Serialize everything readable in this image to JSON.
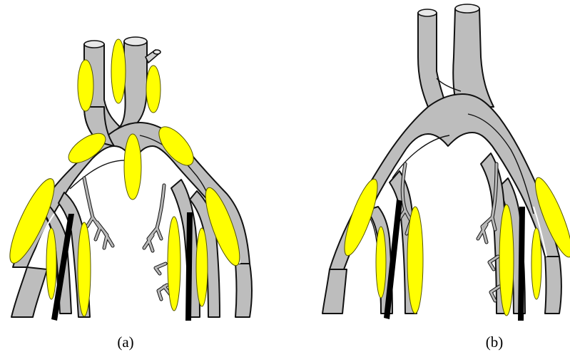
{
  "panels": [
    {
      "id": "a",
      "caption": "(a)"
    },
    {
      "id": "b",
      "caption": "(b)"
    }
  ],
  "colors": {
    "vessel": "#bdbdbd",
    "node": "#ffff00",
    "outline": "#111111",
    "background": "#ffffff"
  }
}
